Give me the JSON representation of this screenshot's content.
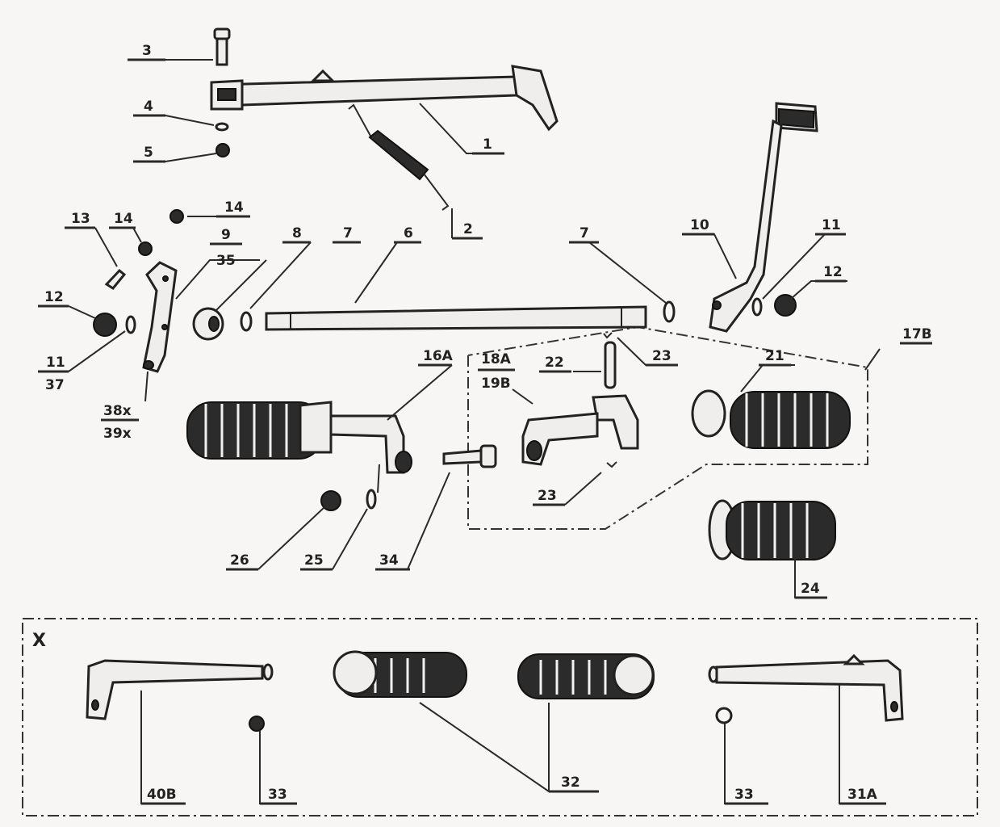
{
  "labels": {
    "p1": "1",
    "p2": "2",
    "p3": "3",
    "p4": "4",
    "p5": "5",
    "p6": "6",
    "p7a": "7",
    "p7b": "7",
    "p8": "8",
    "p9": "9",
    "p35": "35",
    "p10": "10",
    "p11a": "11",
    "p37": "37",
    "p11b": "11",
    "p12a": "12",
    "p12b": "12",
    "p13": "13",
    "p14a": "14",
    "p14b": "14",
    "p16a": "16A",
    "p17b": "17B",
    "p18a": "18A",
    "p19b": "19B",
    "p21": "21",
    "p22": "22",
    "p23a": "23",
    "p23b": "23",
    "p24": "24",
    "p25": "25",
    "p26": "26",
    "p34": "34",
    "p38x": "38x",
    "p39x": "39x",
    "x": "X",
    "p40b": "40B",
    "p33a": "33",
    "p32": "32",
    "p33b": "33",
    "p31a": "31A"
  }
}
